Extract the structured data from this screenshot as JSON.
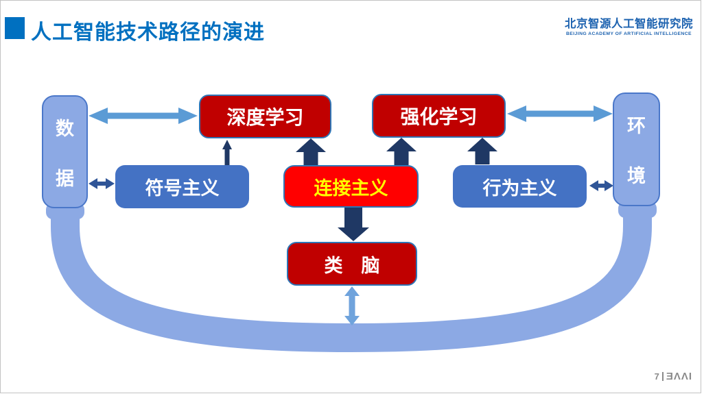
{
  "page": {
    "title": "人工智能技术路径的演进",
    "footer": {
      "page_number": "7",
      "logo_text": "ƎΛΛI"
    }
  },
  "brand": {
    "name_cn": "北京智源人工智能研究院",
    "name_en": "BEIJING ACADEMY OF ARTIFICIAL INTELLIGENCE"
  },
  "diagram": {
    "nodes": {
      "data": {
        "label": "数据",
        "chars": [
          "数",
          "据"
        ]
      },
      "environment": {
        "label": "环境",
        "chars": [
          "环",
          "境"
        ]
      },
      "deep_learning": {
        "label": "深度学习"
      },
      "reinforcement_learning": {
        "label": "强化学习"
      },
      "symbolism": {
        "label": "符号主义"
      },
      "connectionism": {
        "label": "连接主义"
      },
      "behaviorism": {
        "label": "行为主义"
      },
      "brain_inspired": {
        "label": "类　脑"
      }
    },
    "relations": [
      "数据 ↔ 深度学习",
      "数据 ↔ 符号主义",
      "符号主义 → 深度学习",
      "连接主义 → 深度学习",
      "连接主义 → 强化学习",
      "行为主义 → 强化学习",
      "行为主义 ↔ 环境",
      "强化学习 ↔ 环境",
      "连接主义 → 类脑",
      "类脑 ↔ 数据/环境环路"
    ]
  },
  "colors": {
    "title-blue": "#0070C0",
    "brand-blue": "#1E63B0",
    "node-light": "#8CA9E4",
    "node-light-border": "#4A77C9",
    "node-accent": "#4472C4",
    "node-dark-red": "#C00000",
    "node-bright-red": "#FF0000",
    "red-border": "#2E75B6",
    "text-yellow": "#FFFF00",
    "arrow-navy": "#1F3864",
    "arrow-light": "#5B9BD5",
    "arrow-medium": "#6FA3DC",
    "arrow-dark": "#2F5597",
    "band-blue": "#8CA9E4",
    "footer-gray": "#8A8A8A",
    "slide-border": "#C2C2C2"
  }
}
